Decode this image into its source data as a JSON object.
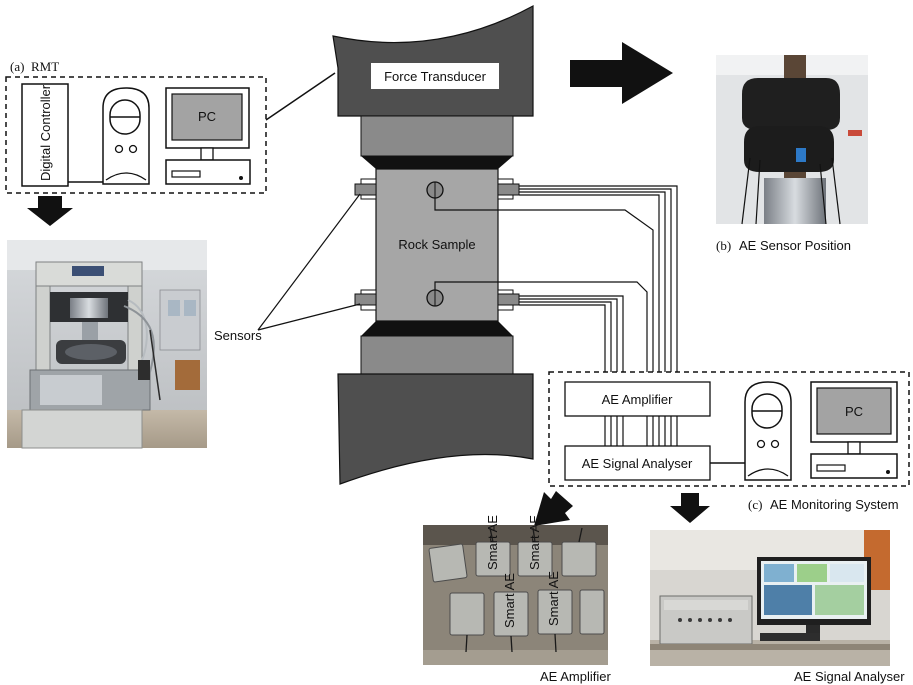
{
  "rmt": {
    "caption_letter": "(a)",
    "caption_text": "RMT",
    "controller_label": "Digital Controller",
    "pc_label": "PC"
  },
  "sensor_photo_caption": {
    "letter": "(b)",
    "text": "AE Sensor Position"
  },
  "machine": {
    "force_transducer_label": "Force Transducer",
    "rock_sample_label": "Rock Sample",
    "sensors_label": "Sensors"
  },
  "ae_system": {
    "amplifier_label": "AE Amplifier",
    "analyser_label": "AE Signal Analyser",
    "pc_label": "PC",
    "caption_letter": "(c)",
    "caption_text": "AE Monitoring System"
  },
  "photos": {
    "amplifier_caption": "AE Amplifier",
    "analyser_caption": "AE Signal Analyser",
    "amplifier_unit_text": "Smart AE"
  },
  "colors": {
    "machine_dark": "#4f4f4f",
    "machine_mid": "#8a8a8a",
    "sample": "#a6a6a6",
    "pc_screen": "#a3a3a3",
    "arrow": "#111111"
  }
}
